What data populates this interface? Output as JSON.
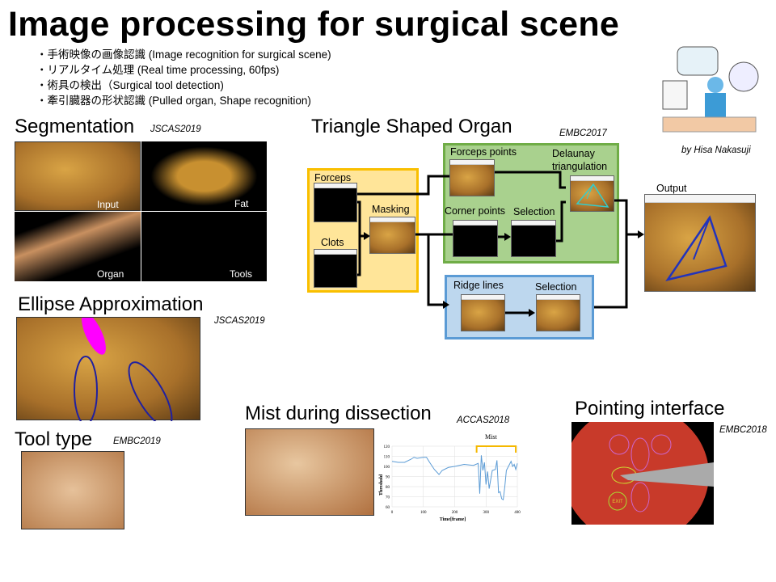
{
  "title": "Image processing for surgical scene",
  "bullets": [
    "・手術映像の画像認識 (Image recognition for surgical scene)",
    "・リアルタイム処理 (Real time processing, 60fps)",
    "・術具の検出（Surgical tool detection)",
    "・牽引臓器の形状認識 (Pulled organ, Shape recognition)"
  ],
  "credit": "by Hisa Nakasuji",
  "segmentation": {
    "heading": "Segmentation",
    "ref": "JSCAS2019",
    "labels": [
      "Input",
      "Fat",
      "Organ",
      "Tools"
    ]
  },
  "ellipse": {
    "heading": "Ellipse Approximation",
    "ref": "JSCAS2019"
  },
  "tooltype": {
    "heading": "Tool type",
    "ref": "EMBC2019"
  },
  "mist": {
    "heading": "Mist during dissection",
    "ref": "ACCAS2018"
  },
  "pointing": {
    "heading": "Pointing interface",
    "ref": "EMBC2018",
    "exit": "EXIT"
  },
  "triangle": {
    "heading": "Triangle Shaped Organ",
    "ref": "EMBC2017",
    "forceps": "Forceps",
    "clots": "Clots",
    "masking": "Masking",
    "forceps_points": "Forceps points",
    "delaunay": "Delaunay triangulation",
    "corner_points": "Corner points",
    "selection1": "Selection",
    "ridge_lines": "Ridge lines",
    "selection2": "Selection",
    "output": "Output"
  },
  "chart_data": {
    "type": "line",
    "title": "",
    "annotation": "Mist",
    "xlabel": "Time[frame]",
    "ylabel": "Threshold",
    "xlim": [
      0,
      400
    ],
    "ylim": [
      60,
      120
    ],
    "xticks": [
      0,
      100,
      200,
      300,
      400
    ],
    "yticks": [
      60,
      70,
      80,
      90,
      100,
      110,
      120
    ],
    "mist_range": [
      270,
      395
    ],
    "x": [
      0,
      20,
      40,
      60,
      70,
      80,
      100,
      110,
      120,
      135,
      150,
      160,
      180,
      200,
      230,
      260,
      275,
      280,
      285,
      290,
      295,
      300,
      305,
      310,
      320,
      330,
      335,
      340,
      345,
      350,
      355,
      360,
      365,
      370,
      380,
      385,
      390,
      395,
      400
    ],
    "y": [
      105,
      104,
      104,
      107,
      109,
      108,
      109,
      109,
      104,
      97,
      92,
      96,
      99,
      100,
      102,
      101,
      103,
      73,
      111,
      96,
      104,
      82,
      95,
      78,
      96,
      97,
      106,
      74,
      75,
      68,
      67,
      80,
      96,
      99,
      105,
      100,
      102,
      97,
      103
    ]
  }
}
